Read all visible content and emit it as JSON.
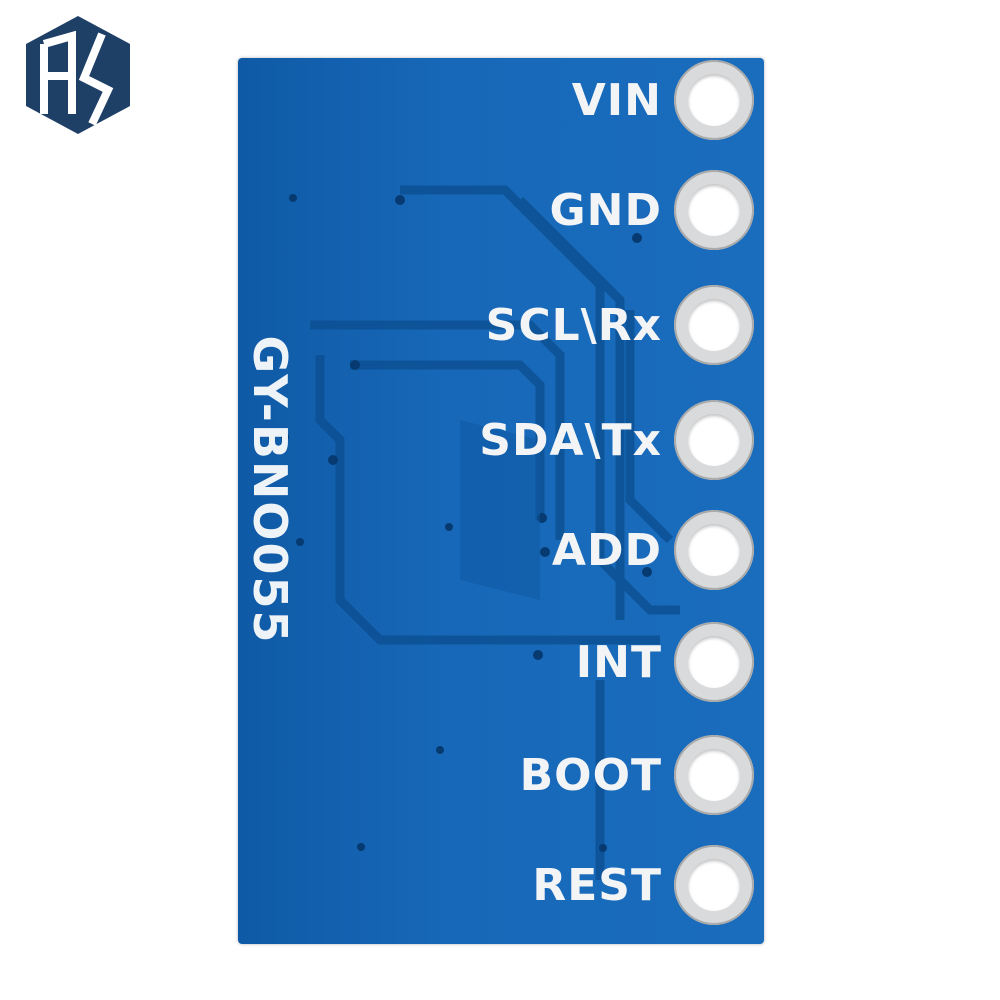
{
  "logo": {
    "text": "HS",
    "color": "#1e3f66"
  },
  "board": {
    "color": "#1768b8",
    "model": "GY-BNO055",
    "pins": [
      "VIN",
      "GND",
      "SCL\\Rx",
      "SDA\\Tx",
      "ADD",
      "INT",
      "BOOT",
      "REST"
    ]
  }
}
